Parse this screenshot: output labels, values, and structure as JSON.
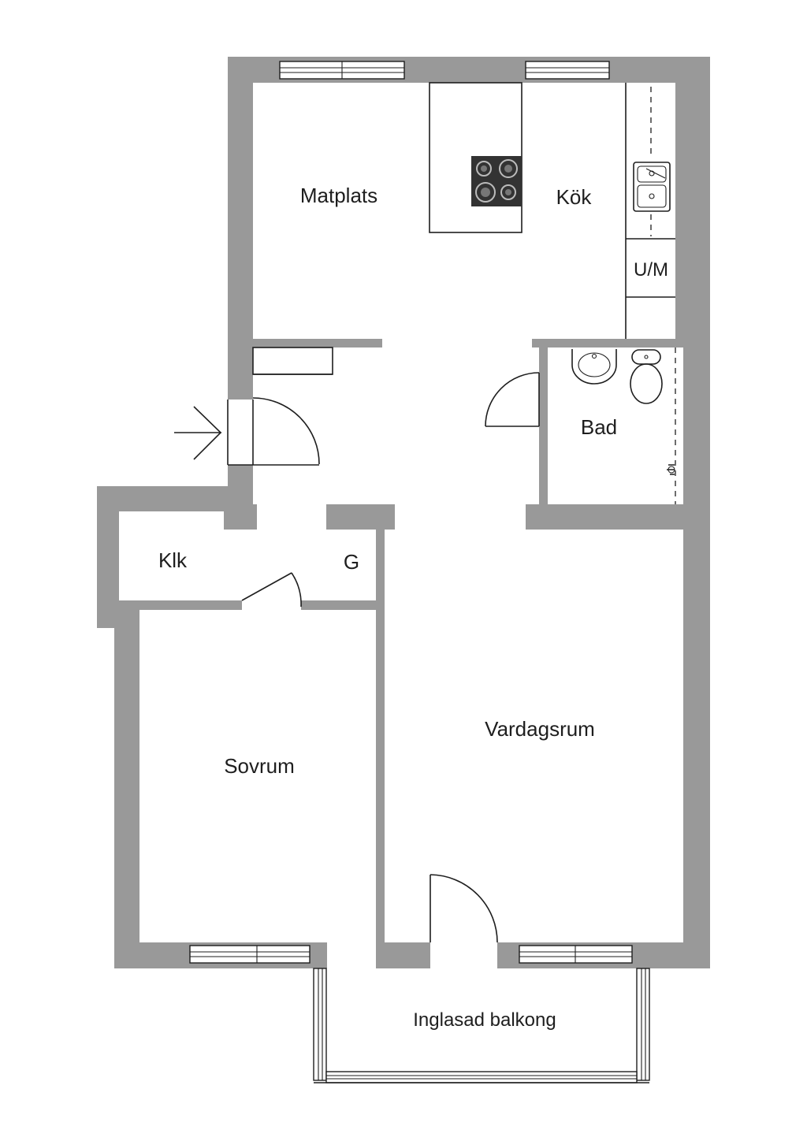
{
  "rooms": {
    "matplats": "Matplats",
    "kok": "Kök",
    "um": "U/M",
    "bad": "Bad",
    "klk": "Klk",
    "g": "G",
    "vardagsrum": "Vardagsrum",
    "sovrum": "Sovrum",
    "balkong": "Inglasad balkong"
  },
  "colors": {
    "wall": "#999999",
    "line": "#1e1e1e",
    "background": "#ffffff",
    "stove": "#333333"
  },
  "icons": [
    "entrance-arrow-icon",
    "stove-icon",
    "sink-icon",
    "washbasin-icon",
    "toilet-icon",
    "shower-icon"
  ]
}
